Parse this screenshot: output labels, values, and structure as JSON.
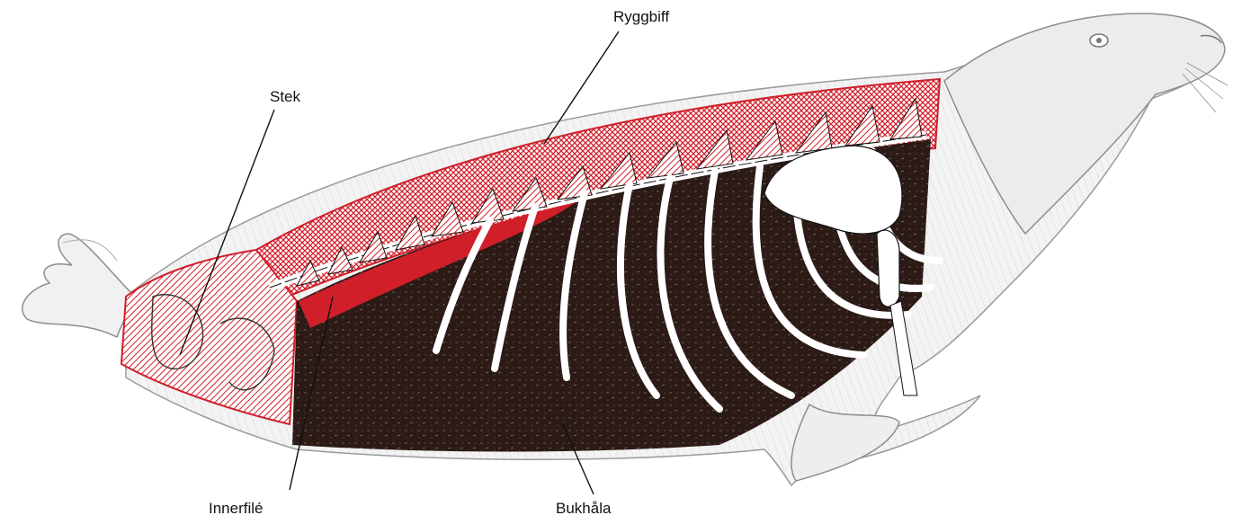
{
  "labels": {
    "ryggbiff": "Ryggbiff",
    "stek": "Stek",
    "innerfile": "Innerfilé",
    "bukhala": "Bukhåla"
  },
  "colors": {
    "meat": "#d11f2a",
    "meat_dark": "#c0161f",
    "cavity": "#2b1a16",
    "bone": "#ffffff",
    "skin_sketch": "#9a9a9a",
    "leader_line": "#111111"
  },
  "icons": [
    "seal-body-sketch",
    "spine-bones",
    "rib-cage",
    "flipper-sketch",
    "head-sketch"
  ]
}
